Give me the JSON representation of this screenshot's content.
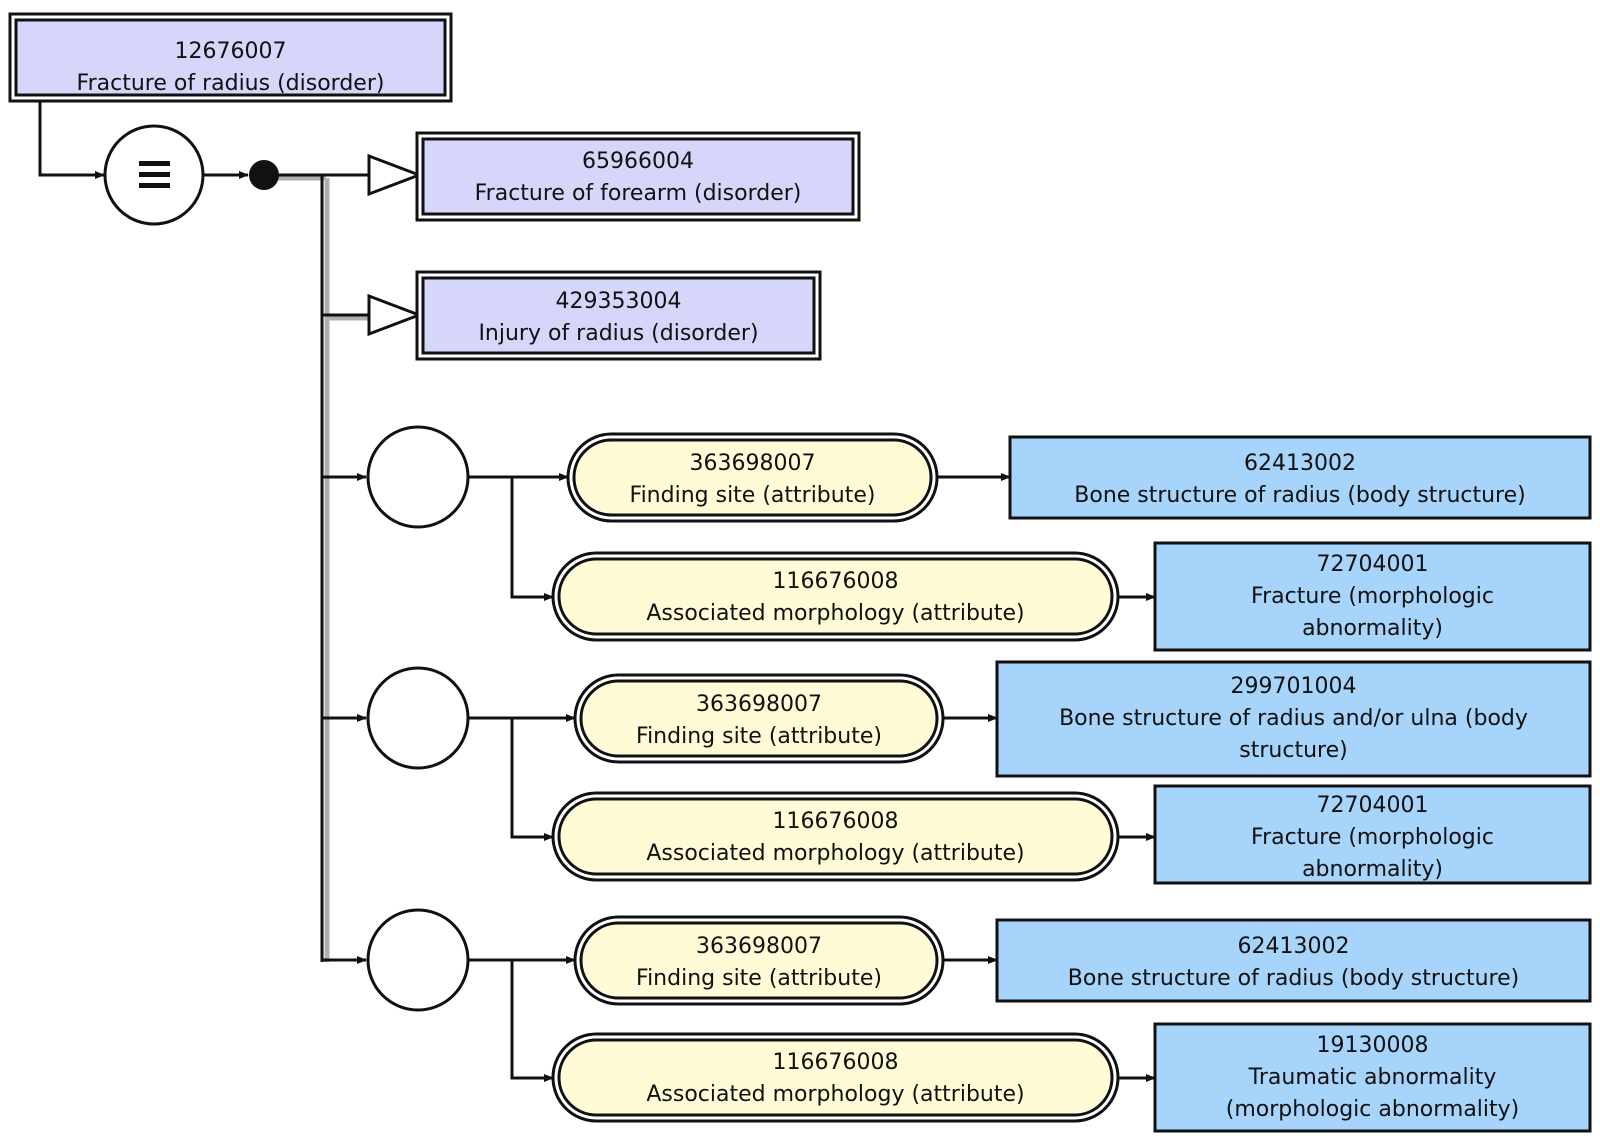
{
  "root": {
    "id": "12676007",
    "label": "Fracture of radius (disorder)",
    "fill": "#d6d6fb",
    "definition_status_symbol": "≡"
  },
  "parents": [
    {
      "id": "65966004",
      "label": "Fracture of forearm (disorder)"
    },
    {
      "id": "429353004",
      "label": "Injury of radius (disorder)"
    }
  ],
  "role_groups": [
    {
      "attributes": [
        {
          "attr_id": "363698007",
          "attr_label": "Finding site (attribute)",
          "value_lines": [
            "62413002",
            "Bone structure of radius (body structure)"
          ]
        },
        {
          "attr_id": "116676008",
          "attr_label": "Associated morphology (attribute)",
          "value_lines": [
            "72704001",
            "Fracture (morphologic",
            "abnormality)"
          ]
        }
      ]
    },
    {
      "attributes": [
        {
          "attr_id": "363698007",
          "attr_label": "Finding site (attribute)",
          "value_lines": [
            "299701004",
            "Bone structure of radius and/or ulna (body",
            "structure)"
          ]
        },
        {
          "attr_id": "116676008",
          "attr_label": "Associated morphology (attribute)",
          "value_lines": [
            "72704001",
            "Fracture (morphologic",
            "abnormality)"
          ]
        }
      ]
    },
    {
      "attributes": [
        {
          "attr_id": "363698007",
          "attr_label": "Finding site (attribute)",
          "value_lines": [
            "62413002",
            "Bone structure of radius (body structure)"
          ]
        },
        {
          "attr_id": "116676008",
          "attr_label": "Associated morphology (attribute)",
          "value_lines": [
            "19130008",
            "Traumatic abnormality",
            "(morphologic abnormality)"
          ]
        }
      ]
    }
  ],
  "colors": {
    "defined_concept": "#d6d6fb",
    "attribute": "#fffbd6",
    "value_concept": "#a6d4fa",
    "line": "#111111"
  }
}
